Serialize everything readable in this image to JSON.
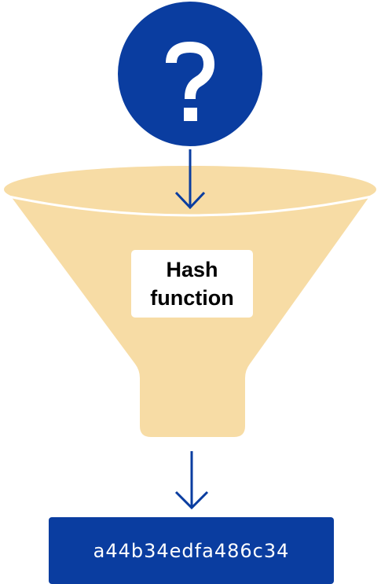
{
  "input": {
    "icon": "question-mark-icon",
    "symbol": "?"
  },
  "funnel": {
    "label_line1": "Hash",
    "label_line2": "function"
  },
  "output": {
    "hash": "a44b34edfa486c34"
  },
  "colors": {
    "primary_blue": "#0a3da0",
    "funnel_fill": "#f7dca5",
    "white": "#ffffff"
  }
}
